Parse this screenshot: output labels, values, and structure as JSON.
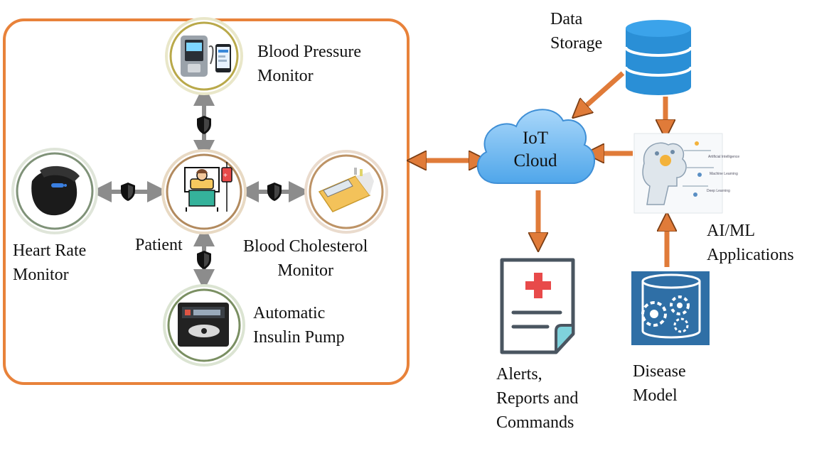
{
  "nodes": {
    "blood_pressure": {
      "line1": "Blood Pressure",
      "line2": "Monitor"
    },
    "heart_rate": {
      "line1": "Heart Rate",
      "line2": "Monitor"
    },
    "patient": {
      "label": "Patient"
    },
    "cholesterol": {
      "line1": "Blood Cholesterol",
      "line2": "Monitor"
    },
    "insulin_pump": {
      "line1": "Automatic",
      "line2": "Insulin Pump"
    },
    "iot_cloud": {
      "line1": "IoT",
      "line2": "Cloud"
    },
    "data_storage": {
      "line1": "Data",
      "line2": "Storage"
    },
    "ai_ml": {
      "line1": "AI/ML",
      "line2": "Applications"
    },
    "alerts": {
      "line1": "Alerts,",
      "line2": "Reports and",
      "line3": "Commands"
    },
    "disease_model": {
      "line1": "Disease",
      "line2": "Model"
    }
  },
  "ai_panel_labels": {
    "t1": "Artificial Intelligence",
    "t2": "Machine Learning",
    "t3": "Deep Learning"
  },
  "colors": {
    "boundary": "#e8823a",
    "arrow_orange": "#e07b39",
    "arrow_gray": "#8c8c8c",
    "storage_blue": "#2a8fd6",
    "cloud_blue": "#5fb0ee",
    "model_blue": "#2f6fa6",
    "alert_red": "#e84a4a"
  },
  "icons": [
    "blood-pressure-monitor-icon",
    "heart-rate-band-icon",
    "patient-bed-icon",
    "cholesterol-meter-icon",
    "insulin-pump-icon",
    "shield-icon",
    "cloud-icon",
    "database-icon",
    "ai-brain-icon",
    "report-document-icon",
    "gear-database-icon"
  ]
}
